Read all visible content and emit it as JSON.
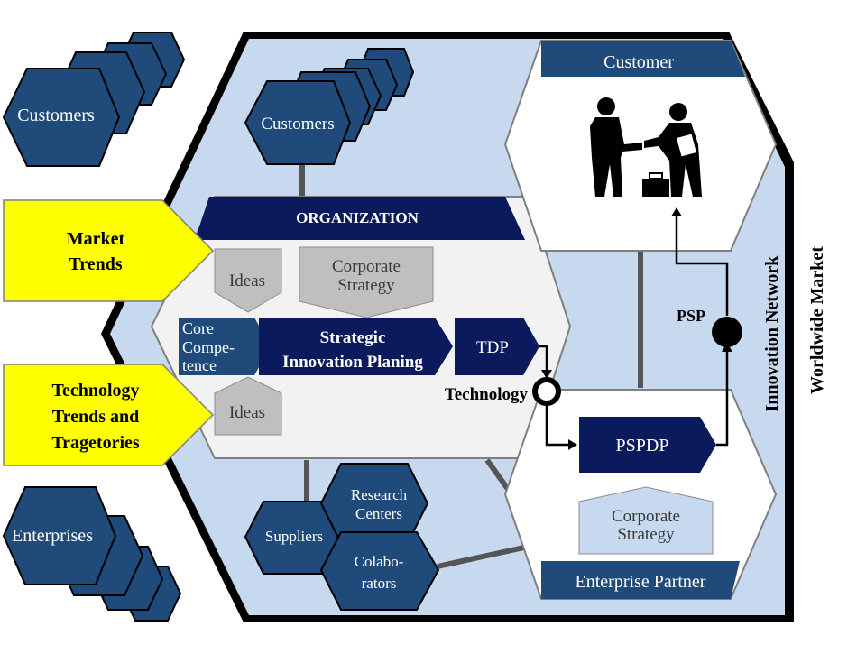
{
  "outer_left": {
    "customers": "Customers",
    "enterprises": "Enterprises",
    "market_trends": [
      "Market",
      "Trends"
    ],
    "technology_trends": [
      "Technology",
      "Trends and",
      "Tragetories"
    ]
  },
  "inner": {
    "customers": "Customers",
    "organization": "ORGANIZATION",
    "ideas_top": "Ideas",
    "ideas_bottom": "Ideas",
    "corporate_strategy": [
      "Corporate",
      "Strategy"
    ],
    "core_competence": [
      "Core",
      "Compe-",
      "tence"
    ],
    "strategic_innovation": [
      "Strategic",
      "Innovation Planing"
    ],
    "tdp": "TDP",
    "technology": "Technology",
    "suppliers": "Suppliers",
    "research_centers": [
      "Research",
      "Centers"
    ],
    "colaborators": [
      "Colabo-",
      "rators"
    ]
  },
  "customer_box": {
    "title": "Customer",
    "image": "handshake-icon"
  },
  "partner_box": {
    "pspdp": "PSPDP",
    "corporate_strategy": [
      "Corporate",
      "Strategy"
    ],
    "title": "Enterprise Partner"
  },
  "psp": "PSP",
  "innovation_network": "Innovation Network",
  "worldwide_market": "Worldwide Market",
  "colors": {
    "dark_blue": "#1f4a7a",
    "navy": "#0a1a5c",
    "light_blue": "#c6d9ef",
    "yellow": "#ffff00",
    "gray": "#bfbfbf"
  }
}
